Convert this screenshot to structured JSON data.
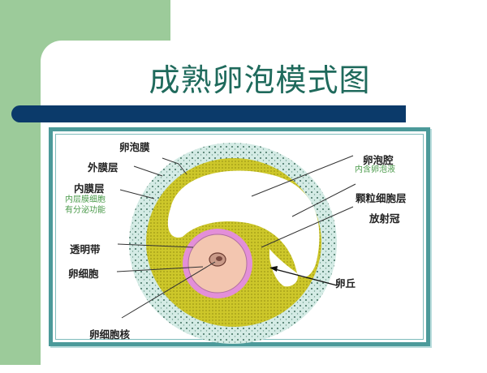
{
  "slide": {
    "title": "成熟卵泡模式图",
    "colors": {
      "title": "#1f6a5c",
      "accent_bar": "#0b3a6a",
      "side_green": "#9ccb9a",
      "frame_border": "#4c9a9a",
      "granulosa_yellow": "#c9c72a",
      "theca_blue": "#cfe7e2",
      "zona_pink": "#e58ed8",
      "oocyte": "#f2c3ad"
    }
  },
  "diagram": {
    "labels": {
      "follicle_membrane": "卵泡膜",
      "theca_externa": "外膜层",
      "theca_interna": "内膜层",
      "theca_interna_note_line1": "内层膜细胞",
      "theca_interna_note_line2": "有分泌功能",
      "antrum": "卵泡腔",
      "antrum_note": "内含卵泡液",
      "granulosa_layer": "颗粒细胞层",
      "corona_radiata": "放射冠",
      "zona_pellucida": "透明带",
      "oocyte": "卵细胞",
      "cumulus_oophorus": "卵丘",
      "oocyte_nucleus": "卵细胞核"
    }
  }
}
